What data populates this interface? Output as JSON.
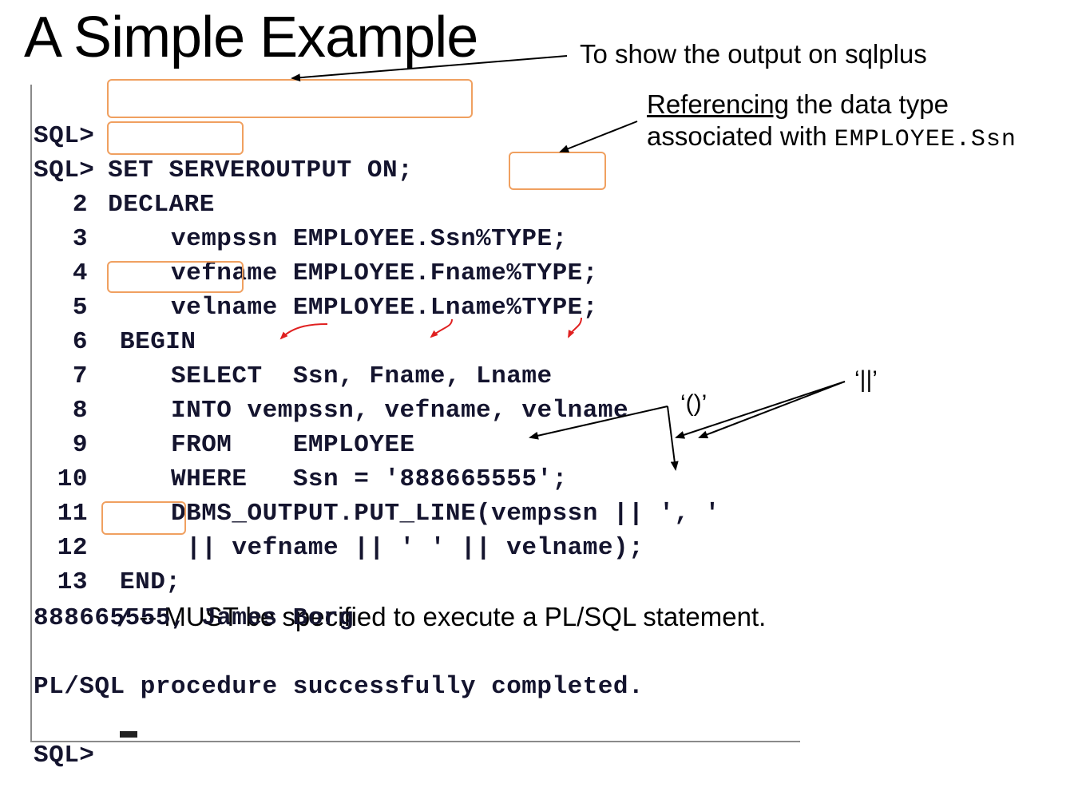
{
  "title": "A Simple Example",
  "annotations": {
    "output": "To show the output on sqlplus",
    "ref_underlined": "Referencing",
    "ref_rest": " the data type",
    "ref_line2": "associated with ",
    "ref_code": "EMPLOYEE.Ssn",
    "paren": "‘()’",
    "pipes": "‘||’"
  },
  "terminal": {
    "lines": [
      {
        "num": "",
        "prompt": "SQL>",
        "code": " SET SERVEROUTPUT ON;"
      },
      {
        "num": "",
        "prompt": "SQL>",
        "code": " DECLARE"
      },
      {
        "num": "2",
        "prompt": "",
        "code": "vempssn EMPLOYEE.Ssn%TYPE;"
      },
      {
        "num": "3",
        "prompt": "",
        "code": "vefname EMPLOYEE.Fname%TYPE;"
      },
      {
        "num": "4",
        "prompt": "",
        "code": "velname EMPLOYEE.Lname%TYPE;"
      },
      {
        "num": "5",
        "prompt": "",
        "code": "BEGIN"
      },
      {
        "num": "6",
        "prompt": "",
        "code": "SELECT  Ssn, Fname, Lname"
      },
      {
        "num": "7",
        "prompt": "",
        "code": "INTO vempssn, vefname, velname"
      },
      {
        "num": "8",
        "prompt": "",
        "code": "FROM    EMPLOYEE"
      },
      {
        "num": "9",
        "prompt": "",
        "code": "WHERE   Ssn = '888665555';"
      },
      {
        "num": "10",
        "prompt": "",
        "code": "DBMS_OUTPUT.PUT_LINE(vempssn || ', '"
      },
      {
        "num": "11",
        "prompt": "",
        "code": " || vefname || ' ' || velname);"
      },
      {
        "num": "12",
        "prompt": "",
        "code": "END;"
      },
      {
        "num": "13",
        "prompt": "",
        "code": "/",
        "note": " -- MUST be specified to execute a PL/SQL statement."
      },
      {
        "num": "",
        "prompt": "",
        "code": "888665555, James Borg"
      },
      {
        "num": "",
        "prompt": "",
        "code": ""
      },
      {
        "num": "",
        "prompt": "",
        "code": "PL/SQL procedure successfully completed."
      },
      {
        "num": "",
        "prompt": "",
        "code": ""
      },
      {
        "num": "",
        "prompt": "SQL>",
        "code": ""
      }
    ]
  },
  "colors": {
    "highlight_box": "#f0a060",
    "red_arrow": "#e02020",
    "terminal_text": "#14142e"
  }
}
